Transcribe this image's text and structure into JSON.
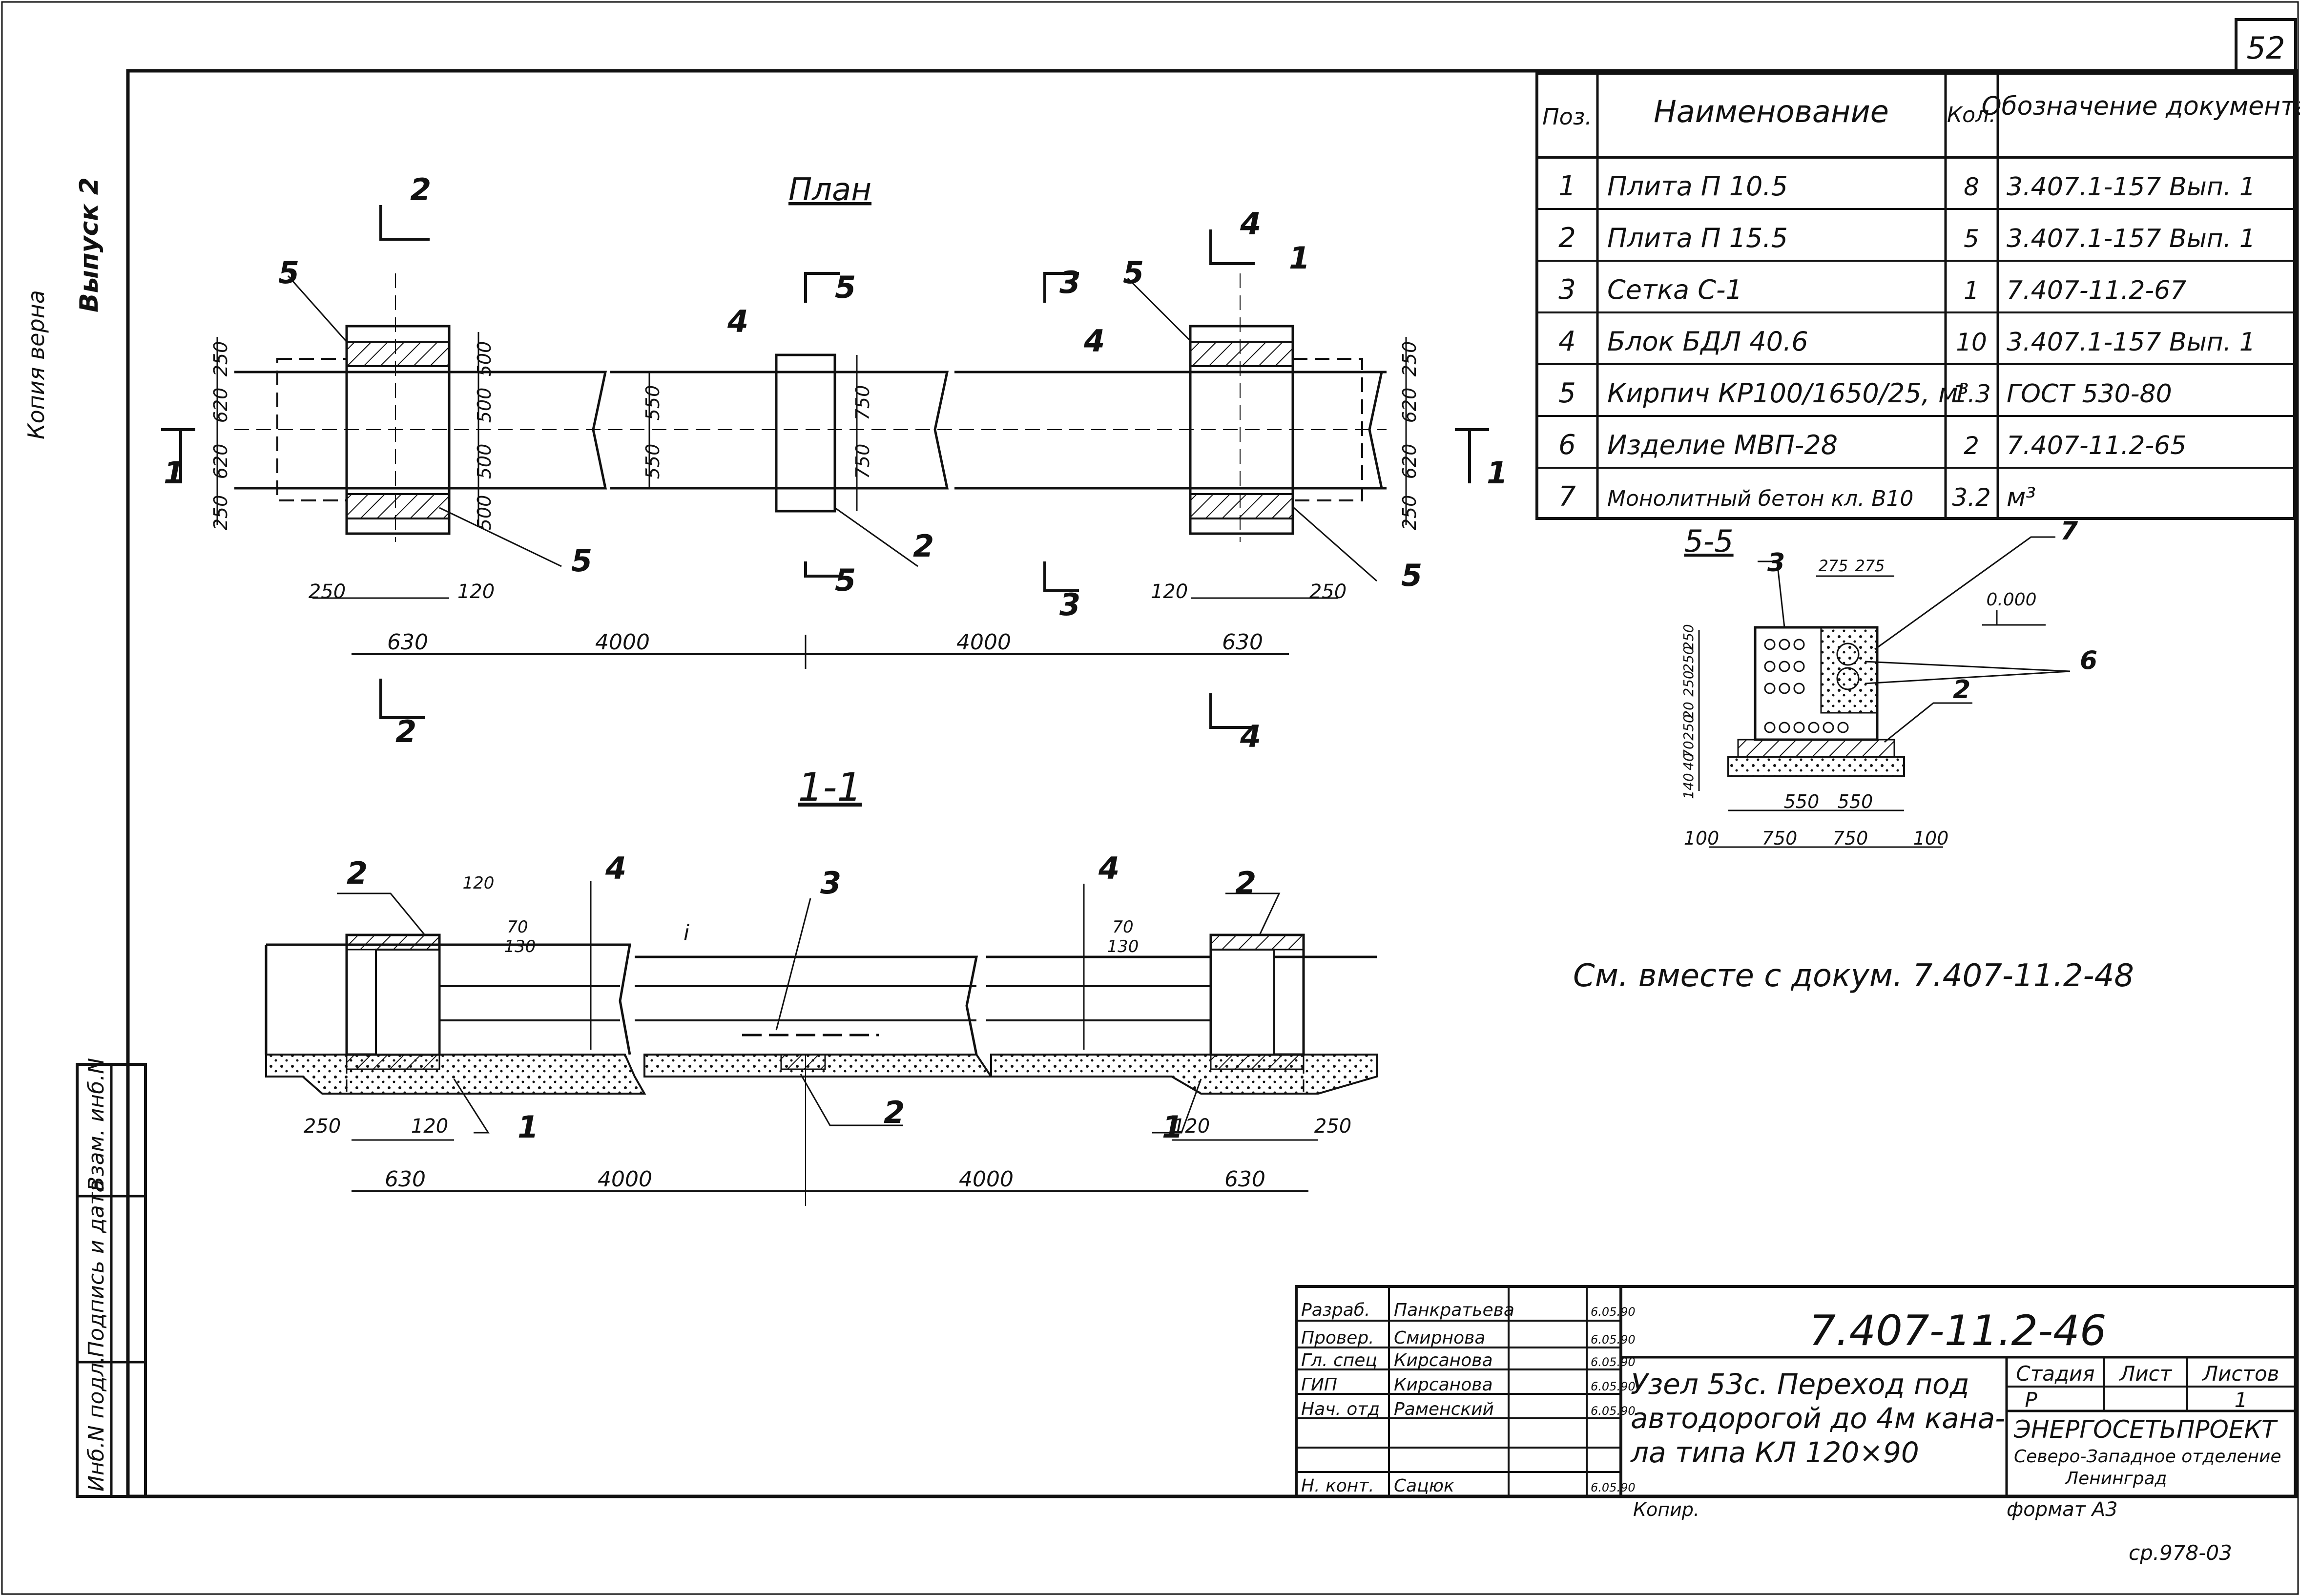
{
  "sheet_number": "52",
  "margin_notes": {
    "copy_note": "Копия верна",
    "issue": "Выпуск 2"
  },
  "left_stamp": [
    "Инб.N подл.",
    "Подпись и дата",
    "Взам. инб.N"
  ],
  "spec_table": {
    "headers": [
      "Поз.",
      "Наименование",
      "Кол.",
      "Обозначение документа"
    ],
    "rows": [
      {
        "pos": "1",
        "name": "Плита П 10.5",
        "qty": "8",
        "doc": "3.407.1-157 Вып. 1"
      },
      {
        "pos": "2",
        "name": "Плита П 15.5",
        "qty": "5",
        "doc": "3.407.1-157 Вып. 1"
      },
      {
        "pos": "3",
        "name": "Сетка С-1",
        "qty": "1",
        "doc": "7.407-11.2-67"
      },
      {
        "pos": "4",
        "name": "Блок БДЛ 40.6",
        "qty": "10",
        "doc": "3.407.1-157 Вып. 1"
      },
      {
        "pos": "5",
        "name": "Кирпич КР100/1650/25, м³",
        "qty": "1.3",
        "doc": "ГОСТ 530-80"
      },
      {
        "pos": "6",
        "name": "Изделие МВП-28",
        "qty": "2",
        "doc": "7.407-11.2-65"
      },
      {
        "pos": "7",
        "name": "Монолитный бетон кл. В10",
        "qty": "3.2",
        "doc": "м³"
      }
    ]
  },
  "plan": {
    "title": "План",
    "section_marks": [
      "1",
      "2",
      "3",
      "4",
      "5"
    ],
    "callouts": [
      "1",
      "2",
      "3",
      "4",
      "5",
      "5",
      "5",
      "5"
    ],
    "dims_left": [
      "250",
      "620",
      "620",
      "250"
    ],
    "dims_mid": [
      "500",
      "500",
      "500",
      "500"
    ],
    "dims_550": [
      "550",
      "550"
    ],
    "dims_750": [
      "750",
      "750"
    ],
    "dims_right": [
      "250",
      "620",
      "620",
      "250"
    ],
    "bottom_small": [
      "250",
      "120",
      "120",
      "250"
    ],
    "bottom_main": [
      "630",
      "4000",
      "4000",
      "630"
    ]
  },
  "section_11": {
    "title": "1-1",
    "callouts": [
      "2",
      "4",
      "3",
      "4",
      "2",
      "1",
      "2",
      "1"
    ],
    "dims_top": [
      "120",
      "70",
      "130",
      "70",
      "130"
    ],
    "label_i": "i",
    "bottom_small": [
      "250",
      "120",
      "120",
      "250"
    ],
    "bottom_main": [
      "630",
      "4000",
      "4000",
      "630"
    ]
  },
  "section_55": {
    "title": "5-5",
    "callouts": [
      "3",
      "7",
      "6",
      "2"
    ],
    "elevation": "0.000",
    "top_dims": [
      "275",
      "275"
    ],
    "left_dims": [
      "250",
      "250",
      "250",
      "20",
      "250",
      "70",
      "40",
      "140"
    ],
    "dims_550": [
      "550",
      "550"
    ],
    "bottom_dims": [
      "100",
      "750",
      "750",
      "100"
    ]
  },
  "note": "См. вместе с докум. 7.407-11.2-48",
  "title_block": {
    "code": "7.407-11.2-46",
    "roles": [
      {
        "role": "Разраб.",
        "name": "Панкратьева",
        "date": "6.05.90"
      },
      {
        "role": "Провер.",
        "name": "Смирнова",
        "date": "6.05.90"
      },
      {
        "role": "Гл. спец",
        "name": "Кирсанова",
        "date": "6.05.90"
      },
      {
        "role": "ГИП",
        "name": "Кирсанова",
        "date": "6.05.90"
      },
      {
        "role": "Нач. отд",
        "name": "Раменский",
        "date": "6.05.90"
      },
      {
        "role": "",
        "name": "",
        "date": ""
      },
      {
        "role": "Н. конт.",
        "name": "Сацюк",
        "date": "6.05.90"
      }
    ],
    "title_lines": [
      "Узел 53с. Переход под",
      "автодорогой до 4м кана-",
      "ла типа КЛ 120×90"
    ],
    "stage_headers": [
      "Стадия",
      "Лист",
      "Листов"
    ],
    "stage_values": [
      "Р",
      "",
      "1"
    ],
    "org_lines": [
      "ЭНЕРГОСЕТЬПРОЕКТ",
      "Северо-Западное отделение",
      "Ленинград"
    ]
  },
  "bottom_notes": {
    "copied": "Копир.",
    "format": "формат А3",
    "sheet_id": "ср.978-03"
  }
}
